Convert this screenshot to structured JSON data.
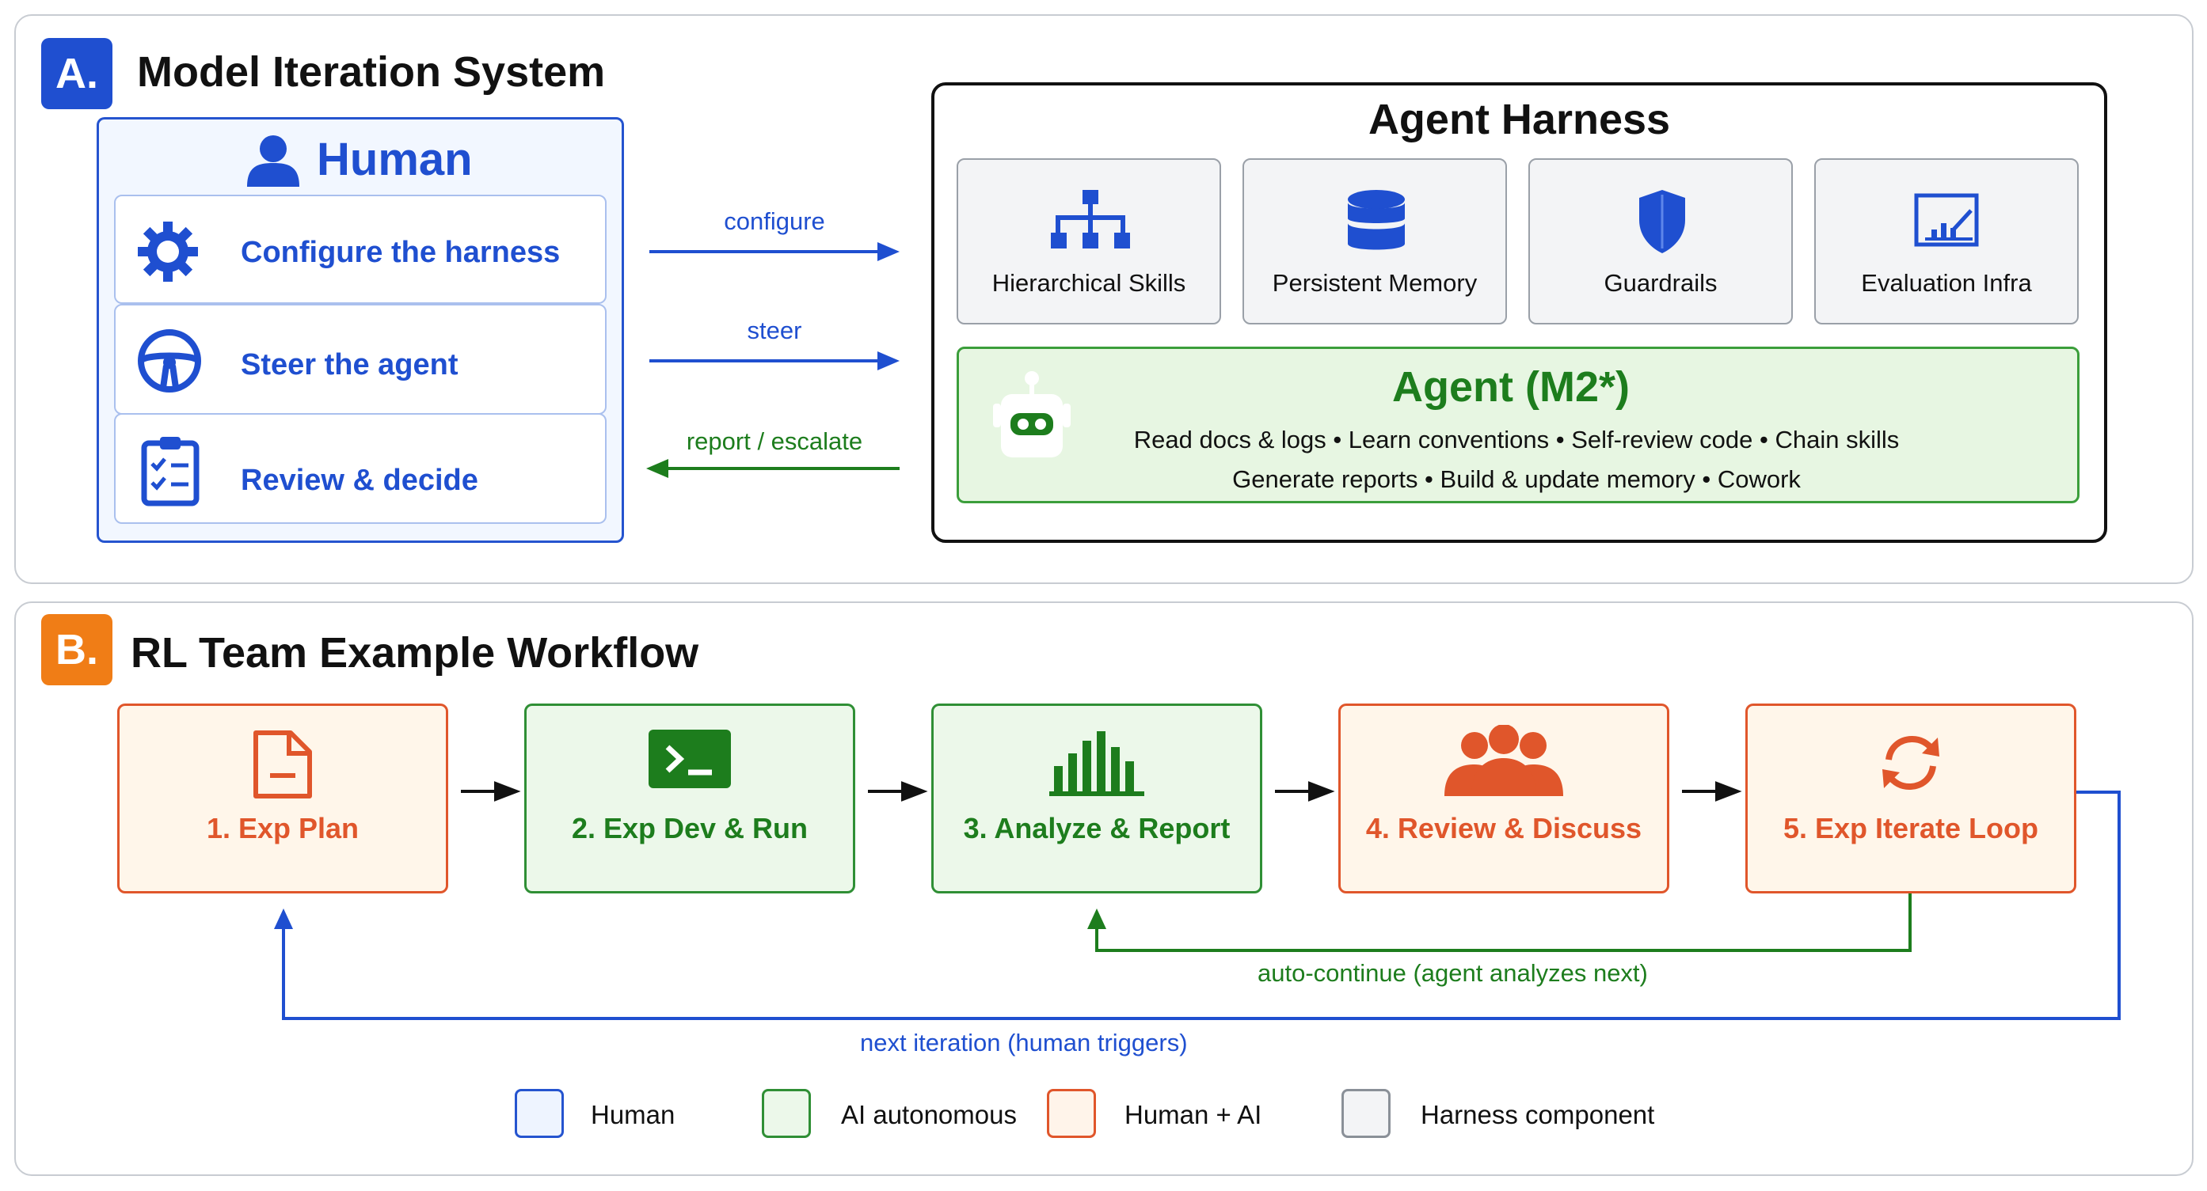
{
  "section_a": {
    "badge": "A.",
    "title": "Model Iteration System"
  },
  "human": {
    "title": "Human",
    "roles": [
      {
        "label": "Configure the harness",
        "icon": "gear-icon"
      },
      {
        "label": "Steer the agent",
        "icon": "steering-wheel-icon"
      },
      {
        "label": "Review & decide",
        "icon": "clipboard-checklist-icon"
      }
    ]
  },
  "arrows": {
    "configure": "configure",
    "steer": "steer",
    "report": "report / escalate"
  },
  "harness": {
    "title": "Agent Harness",
    "components": [
      {
        "label": "Hierarchical Skills",
        "icon": "hierarchy-icon"
      },
      {
        "label": "Persistent Memory",
        "icon": "database-icon"
      },
      {
        "label": "Guardrails",
        "icon": "shield-icon"
      },
      {
        "label": "Evaluation Infra",
        "icon": "chart-icon"
      }
    ]
  },
  "agent": {
    "title": "Agent (M2*)",
    "line1": "Read docs & logs • Learn conventions • Self-review code • Chain skills",
    "line2": "Generate reports • Build & update memory • Cowork",
    "icon": "robot-icon"
  },
  "section_b": {
    "badge": "B.",
    "title": "RL Team Example Workflow"
  },
  "steps": [
    {
      "label": "1. Exp Plan",
      "icon": "document-icon"
    },
    {
      "label": "2. Exp Dev & Run",
      "icon": "terminal-icon"
    },
    {
      "label": "3. Analyze & Report",
      "icon": "bar-chart-icon"
    },
    {
      "label": "4. Review & Discuss",
      "icon": "people-icon"
    },
    {
      "label": "5. Exp Iterate Loop",
      "icon": "refresh-icon"
    }
  ],
  "loops": {
    "auto": "auto-continue (agent analyzes next)",
    "next": "next iteration (human triggers)"
  },
  "legend": [
    {
      "label": "Human",
      "fill": "#eef4ff",
      "border": "#2554cf"
    },
    {
      "label": "AI autonomous",
      "fill": "#ecf8ea",
      "border": "#2f8f35"
    },
    {
      "label": "Human + AI",
      "fill": "#fff4ea",
      "border": "#e0562b"
    },
    {
      "label": "Harness component",
      "fill": "#f3f4f6",
      "border": "#8a9098"
    }
  ],
  "colors": {
    "blue": "#1f4fd0",
    "green": "#1d7d1d",
    "orange": "#e0562b",
    "dark": "#111111",
    "badge_a": "#1f4fd0",
    "badge_b": "#f07d16"
  }
}
